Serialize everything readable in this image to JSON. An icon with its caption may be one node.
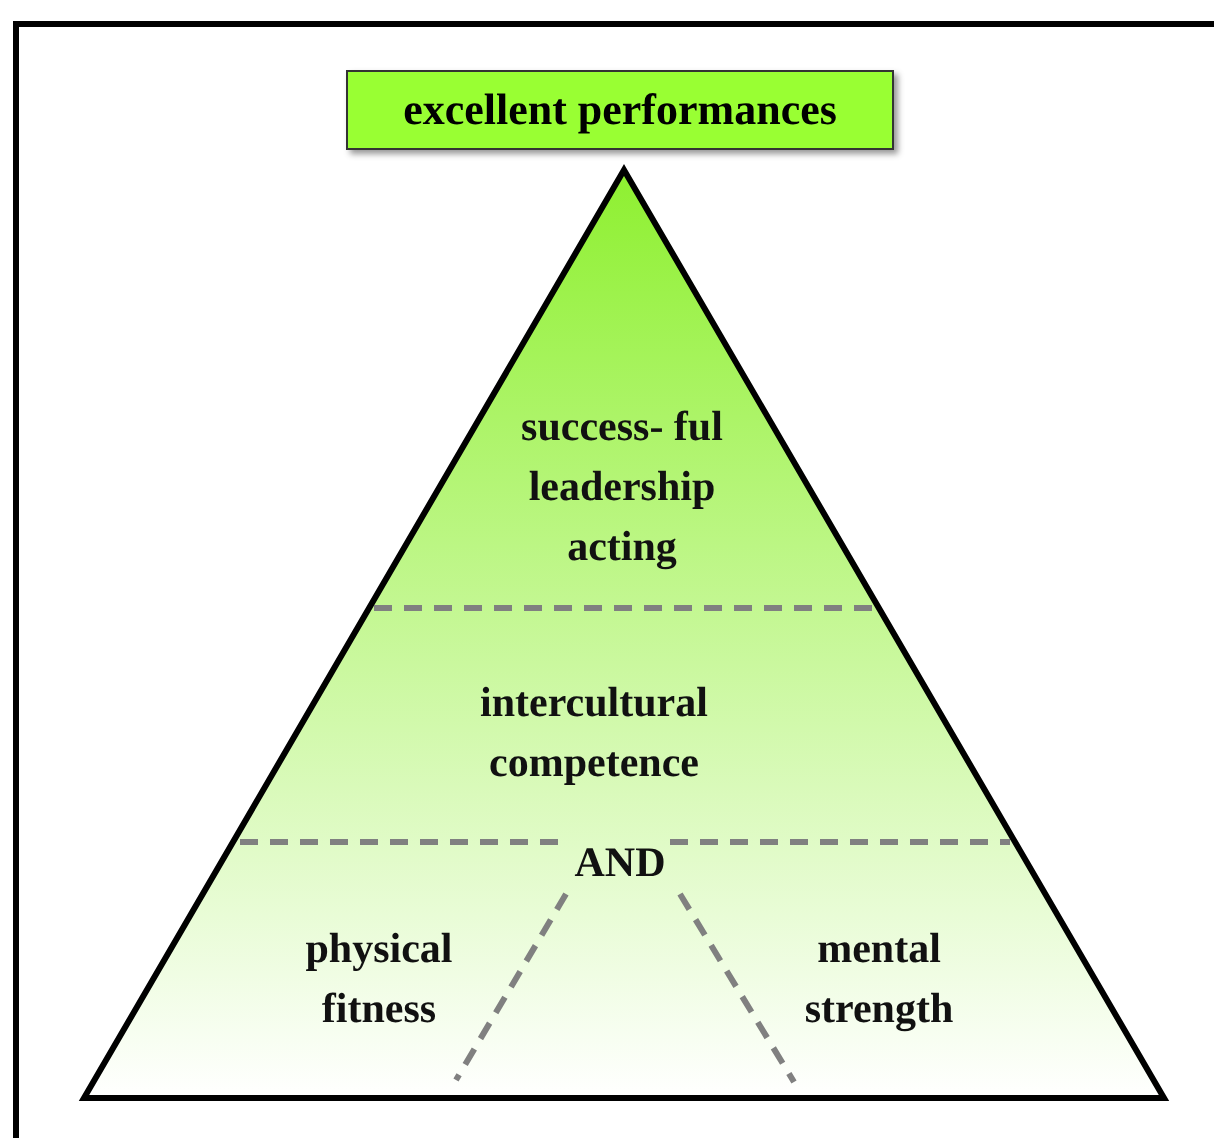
{
  "diagram": {
    "nodes": [
      {
        "text": [
          "excellent performances"
        ]
      },
      {
        "text": [],
        "shape": "triangle"
      },
      {
        "text": [
          "success- ful leadership acting"
        ],
        "in": 1
      },
      {
        "text": [
          "intercultural competence"
        ],
        "in": 1
      },
      {
        "text": [
          "physical fitness"
        ],
        "in": 1
      },
      {
        "text": [
          "mental strength"
        ],
        "in": 1
      }
    ],
    "labels": [
      "AND"
    ]
  }
}
